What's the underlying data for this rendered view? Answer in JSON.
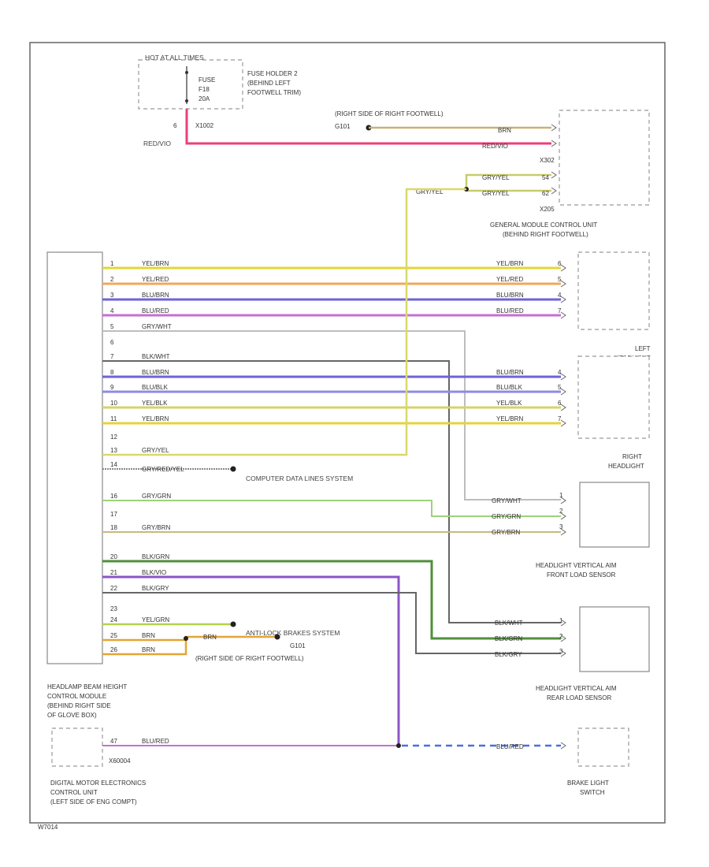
{
  "diagram": {
    "page_code": "W7014",
    "fuse": {
      "header": "HOT AT ALL TIMES",
      "label": [
        "FUSE",
        "F18",
        "20A"
      ],
      "holder": [
        "FUSE HOLDER 2",
        "(BEHIND LEFT",
        "FOOTWELL TRIM)"
      ],
      "pin": "6",
      "connector": "X1002",
      "wire": "RED/VIO"
    },
    "ground_top": {
      "label": "(RIGHT SIDE OF RIGHT FOOTWELL)",
      "id": "G101"
    },
    "gm": {
      "wire1": "BRN",
      "wire2": "RED/VIO",
      "conn1": "X302",
      "wire3": "GRY/YEL",
      "wire4": "GRY/YEL",
      "pin3": "54",
      "pin4": "62",
      "conn2": "X205",
      "splice_wire": "GRY/YEL",
      "name": [
        "GENERAL MODULE CONTROL UNIT",
        "(BEHIND RIGHT FOOTWELL)"
      ]
    },
    "left_headlight": [
      "LEFT",
      "HEADLIGHT"
    ],
    "right_headlight": [
      "RIGHT",
      "HEADLIGHT"
    ],
    "front_sensor": [
      "HEADLIGHT VERTICAL AIM",
      "FRONT LOAD SENSOR"
    ],
    "rear_sensor": [
      "HEADLIGHT VERTICAL AIM",
      "REAR LOAD SENSOR"
    ],
    "control_module": [
      "HEADLAMP BEAM HEIGHT",
      "CONTROL MODULE",
      "(BEHIND RIGHT SIDE",
      "OF GLOVE BOX)"
    ],
    "dme": [
      "DIGITAL MOTOR ELECTRONICS",
      "CONTROL UNIT",
      "(LEFT SIDE OF ENG COMPT)"
    ],
    "dme_pin": "47",
    "dme_conn": "X60004",
    "dme_wire": "BLU/RED",
    "brake_switch": [
      "BRAKE LIGHT",
      "SWITCH"
    ],
    "brake_wire": "BLU/RED",
    "can_label": "COMPUTER DATA LINES SYSTEM",
    "can_wire": "GRY/RED/YEL",
    "abs_label": "ANTI-LOCK BRAKES SYSTEM",
    "ground_bot": {
      "id": "G101",
      "label": "(RIGHT SIDE OF RIGHT FOOTWELL)",
      "wire": "BRN"
    },
    "lh_wires": [
      {
        "pin": "1",
        "label": "YEL/BRN",
        "rlabel": "YEL/BRN",
        "rpin": "6"
      },
      {
        "pin": "2",
        "label": "YEL/RED",
        "rlabel": "YEL/RED",
        "rpin": "5"
      },
      {
        "pin": "3",
        "label": "BLU/BRN",
        "rlabel": "BLU/BRN",
        "rpin": "4"
      },
      {
        "pin": "4",
        "label": "BLU/RED",
        "rlabel": "BLU/RED",
        "rpin": "7"
      }
    ],
    "pin5": {
      "pin": "5",
      "label": "GRY/WHT"
    },
    "pin6": {
      "pin": "6"
    },
    "pin7": {
      "pin": "7",
      "label": "BLK/WHT"
    },
    "rh_wires": [
      {
        "pin": "8",
        "label": "BLU/BRN",
        "rlabel": "BLU/BRN",
        "rpin": "4"
      },
      {
        "pin": "9",
        "label": "BLU/BLK",
        "rlabel": "BLU/BLK",
        "rpin": "5"
      },
      {
        "pin": "10",
        "label": "YEL/BLK",
        "rlabel": "YEL/BLK",
        "rpin": "6"
      },
      {
        "pin": "11",
        "label": "YEL/BRN",
        "rlabel": "YEL/BRN",
        "rpin": "7"
      }
    ],
    "pin12": {
      "pin": "12"
    },
    "pin13": {
      "pin": "13",
      "label": "GRY/YEL"
    },
    "pin14": {
      "pin": "14"
    },
    "pin16": {
      "pin": "16",
      "label": "GRY/GRN",
      "rlabel": "GRY/GRN"
    },
    "pin17": {
      "pin": "17"
    },
    "pin18": {
      "pin": "18",
      "label": "GRY/BRN",
      "rlabel": "GRY/BRN"
    },
    "front_extra": {
      "label": "GRY/WHT"
    },
    "front_pins": [
      "1",
      "2",
      "3"
    ],
    "pin20": {
      "pin": "20",
      "label": "BLK/GRN"
    },
    "pin21": {
      "pin": "21",
      "label": "BLK/VIO"
    },
    "pin22": {
      "pin": "22",
      "label": "BLK/GRY"
    },
    "pin23": {
      "pin": "23"
    },
    "pin24": {
      "pin": "24",
      "label": "YEL/GRN"
    },
    "pin25": {
      "pin": "25",
      "label": "BRN"
    },
    "pin26": {
      "pin": "26",
      "label": "BRN"
    },
    "rear_wires": [
      {
        "label": "BLK/WHT",
        "pin": "1"
      },
      {
        "label": "BLK/GRN",
        "pin": "2"
      },
      {
        "label": "BLK/GRY",
        "pin": "3"
      }
    ],
    "colors": {
      "red": "#ec3f7a",
      "brn": "#c9b27a",
      "yel": "#e2d63a",
      "orange": "#f2a75a",
      "blue": "#6c63d9",
      "violet": "#c46fd4",
      "gry": "#b7b7b7",
      "blk": "#555555",
      "grn": "#9ed27a",
      "darkgrn": "#4f8f3a",
      "gryyel": "#c8cc6a"
    }
  }
}
